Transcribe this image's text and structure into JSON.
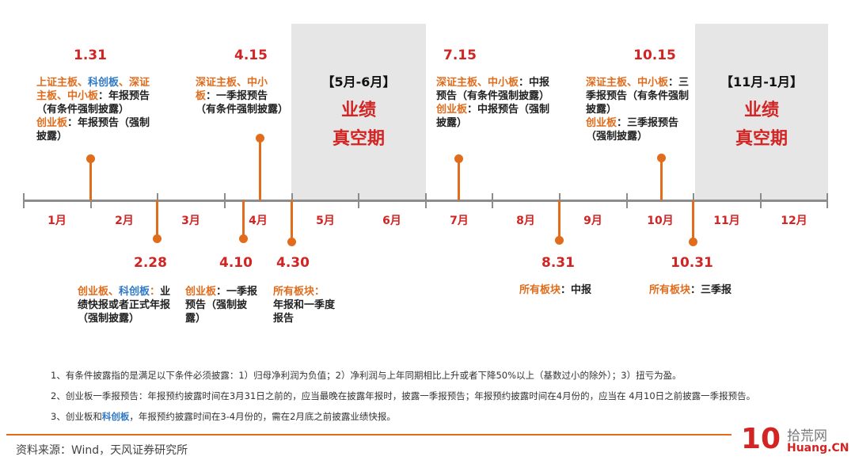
{
  "months": [
    "1月",
    "2月",
    "3月",
    "4月",
    "5月",
    "6月",
    "7月",
    "8月",
    "9月",
    "10月",
    "11月",
    "12月"
  ],
  "vacuum_periods": [
    {
      "bracket": "【5月-6月】",
      "line1": "业绩",
      "line2": "真空期"
    },
    {
      "bracket": "【11月-1月】",
      "line1": "业绩",
      "line2": "真空期"
    }
  ],
  "events": {
    "e131": {
      "date": "1.31",
      "t1": "上证主板",
      "t2": "、",
      "t3": "科创板",
      "t4": "、深证主板、中小板",
      "t5": "：年报预告（有条件强制披露）",
      "t6": "创业板",
      "t7": "：年报预告（强制披露）"
    },
    "e228": {
      "date": "2.28",
      "t1": "创业板",
      "t2": "、",
      "t3": "科创板",
      "t4": "：",
      "t5": "业绩快报或者正式年报（强制披露）"
    },
    "e410": {
      "date": "4.10",
      "t1": "创业板",
      "t2": "：一季报预告（强制披露）"
    },
    "e415": {
      "date": "4.15",
      "t1": "深证主板、中小板",
      "t2": "：一季报预告（有条件强制披露）"
    },
    "e430": {
      "date": "4.30",
      "t1": "所有板块：",
      "t2": "年报和一季度报告"
    },
    "e715": {
      "date": "7.15",
      "t1": "深证主板、中小板",
      "t2": "：中报预告（有条件强制披露）",
      "t3": "创业板",
      "t4": "：中报预告（强制披露）"
    },
    "e831": {
      "date": "8.31",
      "t1": "所有板块",
      "t2": "：中报"
    },
    "e1015": {
      "date": "10.15",
      "t1": "深证主板、中小板",
      "t2": "：三季报预告（有条件强制披露）",
      "t3": "创业板",
      "t4": "：三季报预告（强制披露）"
    },
    "e1031": {
      "date": "10.31",
      "t1": "所有板块",
      "t2": "：三季报"
    }
  },
  "notes": {
    "n1": "1、有条件披露指的是满足以下条件必须披露：1）归母净利润为负值；2）净利润与上年同期相比上升或者下降50%以上（基数过小的除外）；3）扭亏为盈。",
    "n2": "2、创业板一季报预告：年报预约披露时间在3月31日之前的，应当最晚在披露年报时，披露一季报预告；年报预约披露时间在4月份的，应当在 4月10日之前披露一季报预告。",
    "n3a": "3、创业板和",
    "n3b": "科创板",
    "n3c": "，年报预约披露时间在3-4月份的，需在2月底之前披露业绩快报。"
  },
  "source": "资料来源：Wind，天风证券研究所",
  "logo": {
    "num": "10",
    "cn": "拾荒网",
    "en": "Huang.CN"
  },
  "colors": {
    "red": "#d32424",
    "orange": "#e06c1c",
    "blue": "#2e78c8",
    "axis": "#8c8c8c",
    "shade": "#e6e6e6"
  }
}
